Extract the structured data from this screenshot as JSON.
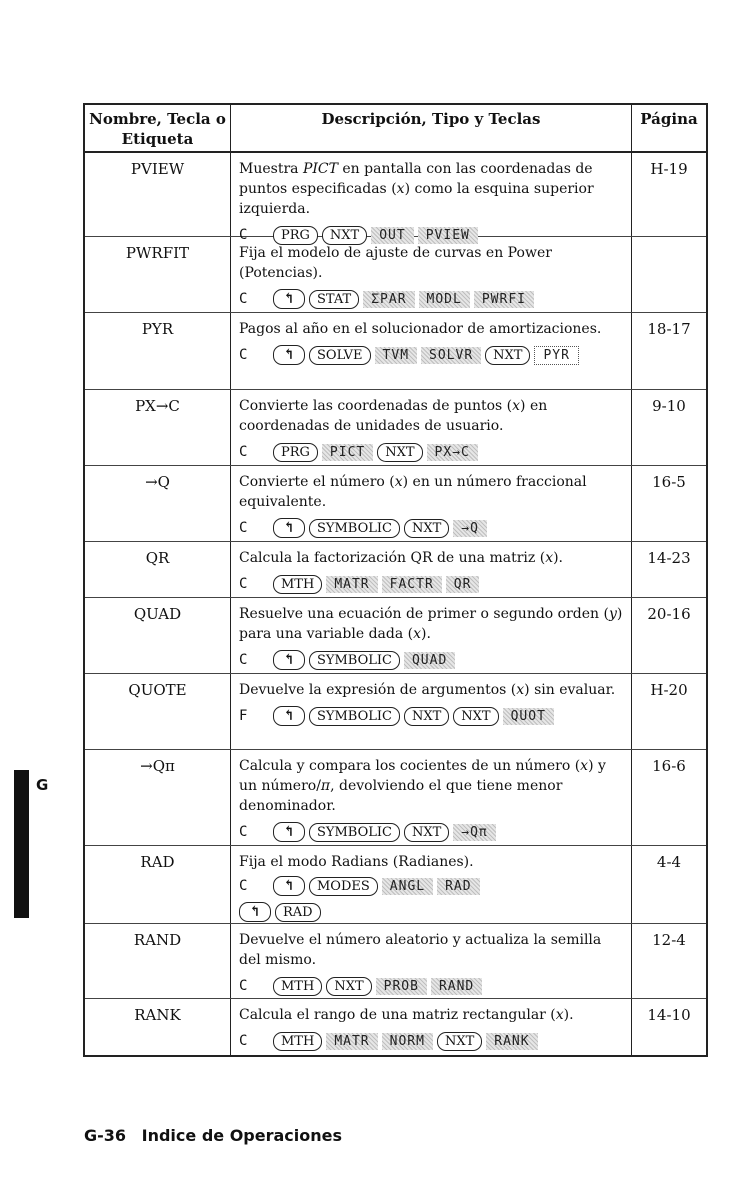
{
  "header": {
    "col1": "Nombre, Tecla o Etiqueta",
    "col2": "Descripción, Tipo y Teclas",
    "col3": "Página"
  },
  "rows": [
    {
      "name": "PVIEW",
      "page": "H-19",
      "height": 84,
      "desc": [
        "Muestra ",
        {
          "i": "PICT"
        },
        " en pantalla con las coordenadas de puntos especificadas (",
        {
          "i": "x"
        },
        ") como la esquina superior izquierda."
      ],
      "type": "C",
      "keys": [
        {
          "k": "PRG"
        },
        {
          "k": "NXT"
        },
        {
          "m": "OUT"
        },
        {
          "m": "PVIEW"
        }
      ]
    },
    {
      "name": "PWRFIT",
      "page": "",
      "height": 76,
      "desc": [
        "Fija el modelo de ajuste de curvas en Power (Potencias)."
      ],
      "type": "C",
      "keys": [
        {
          "s": "left-shift"
        },
        {
          "k": "STAT"
        },
        {
          "m": "ΣPAR"
        },
        {
          "m": "MODL"
        },
        {
          "m": "PWRFI"
        }
      ]
    },
    {
      "name": "PYR",
      "page": "18-17",
      "height": 77,
      "desc": [
        "Pagos al año en el solucionador de amortizaciones."
      ],
      "type": "C",
      "keys": [
        {
          "s": "left-shift"
        },
        {
          "k": "SOLVE"
        },
        {
          "m": "TVM"
        },
        {
          "m": "SOLVR"
        },
        {
          "k": "NXT"
        },
        {
          "mb": "PYR"
        }
      ]
    },
    {
      "name": "PX→C",
      "page": "9-10",
      "height": 76,
      "desc": [
        "Convierte las coordenadas de puntos (",
        {
          "i": "x"
        },
        ") en coordenadas de unidades de usuario."
      ],
      "type": "C",
      "keys": [
        {
          "k": "PRG"
        },
        {
          "m": "PICT"
        },
        {
          "k": "NXT"
        },
        {
          "m": "PX→C"
        }
      ]
    },
    {
      "name": "→Q",
      "page": "16-5",
      "height": 76,
      "desc": [
        "Convierte el número (",
        {
          "i": "x"
        },
        ") en un número fraccional equivalente."
      ],
      "type": "C",
      "keys": [
        {
          "s": "left-shift"
        },
        {
          "k": "SYMBOLIC"
        },
        {
          "k": "NXT"
        },
        {
          "m": "→Q"
        }
      ]
    },
    {
      "name": "QR",
      "page": "14-23",
      "height": 56,
      "desc": [
        "Calcula la factorización QR de una matriz (",
        {
          "i": "x"
        },
        ")."
      ],
      "type": "C",
      "keys": [
        {
          "k": "MTH"
        },
        {
          "m": "MATR"
        },
        {
          "m": "FACTR"
        },
        {
          "m": "QR"
        }
      ]
    },
    {
      "name": "QUAD",
      "page": "20-16",
      "height": 76,
      "desc": [
        "Resuelve una ecuación de primer o segundo orden (",
        {
          "i": "y"
        },
        ") para una variable dada (",
        {
          "i": "x"
        },
        ")."
      ],
      "type": "C",
      "keys": [
        {
          "s": "left-shift"
        },
        {
          "k": "SYMBOLIC"
        },
        {
          "m": "QUAD"
        }
      ]
    },
    {
      "name": "QUOTE",
      "page": "H-20",
      "height": 76,
      "desc": [
        "Devuelve la expresión de argumentos (",
        {
          "i": "x"
        },
        ") sin evaluar."
      ],
      "type": "F",
      "keys": [
        {
          "s": "left-shift"
        },
        {
          "k": "SYMBOLIC"
        },
        {
          "k": "NXT"
        },
        {
          "k": "NXT"
        },
        {
          "m": "QUOT"
        }
      ]
    },
    {
      "name": "→Qπ",
      "page": "16-6",
      "height": 96,
      "desc": [
        "Calcula y compara los cocientes de un número (",
        {
          "i": "x"
        },
        ") y un número/",
        {
          "i": "π"
        },
        ", devolviendo el que tiene menor denominador."
      ],
      "type": "C",
      "keys": [
        {
          "s": "left-shift"
        },
        {
          "k": "SYMBOLIC"
        },
        {
          "k": "NXT"
        },
        {
          "m": "→Qπ"
        }
      ]
    },
    {
      "name": "RAD",
      "page": "4-4",
      "height": 78,
      "desc": [
        "Fija el modo Radians (Radianes)."
      ],
      "type": "C",
      "keys": [
        {
          "s": "left-shift"
        },
        {
          "k": "MODES"
        },
        {
          "m": "ANGL"
        },
        {
          "m": "RAD"
        },
        {
          "br": true
        },
        {
          "s": "left-shift"
        },
        {
          "k": "RAD"
        }
      ]
    },
    {
      "name": "RAND",
      "page": "12-4",
      "height": 75,
      "desc": [
        "Devuelve el número aleatorio y actualiza la semilla del mismo."
      ],
      "type": "C",
      "keys": [
        {
          "k": "MTH"
        },
        {
          "k": "NXT"
        },
        {
          "m": "PROB"
        },
        {
          "m": "RAND"
        }
      ]
    },
    {
      "name": "RANK",
      "page": "14-10",
      "height": 56,
      "desc": [
        "Calcula el rango de una matriz rectangular (",
        {
          "i": "x"
        },
        ")."
      ],
      "type": "C",
      "keys": [
        {
          "k": "MTH"
        },
        {
          "m": "MATR"
        },
        {
          "m": "NORM"
        },
        {
          "k": "NXT"
        },
        {
          "m": "RANK"
        }
      ]
    }
  ],
  "side_tab": {
    "letter": "G"
  },
  "footer": {
    "page_number": "G-36",
    "section_title": "Indice de Operaciones"
  }
}
